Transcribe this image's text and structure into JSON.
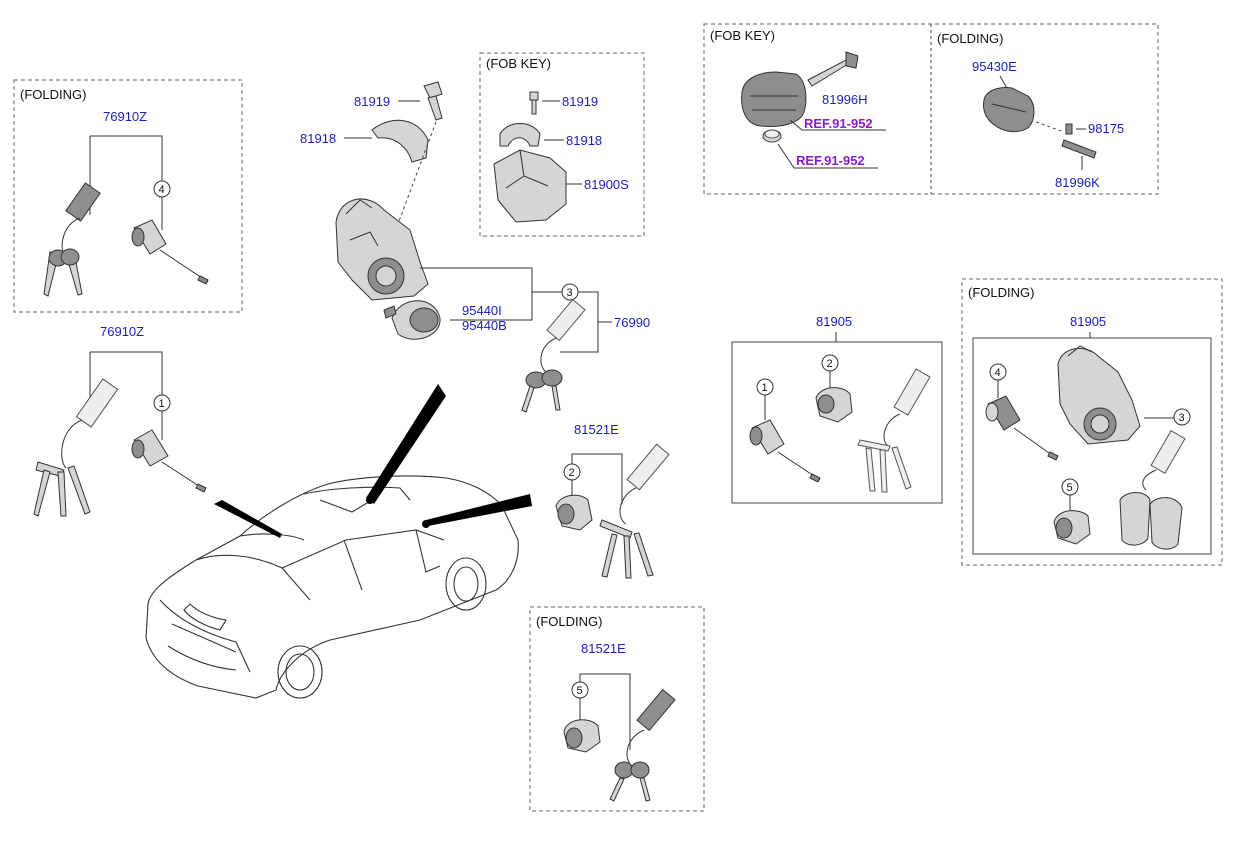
{
  "captions": {
    "folding": "(FOLDING)",
    "fob_key": "(FOB KEY)"
  },
  "parts": {
    "p76910Z": "76910Z",
    "p81919": "81919",
    "p81918": "81918",
    "p81900S": "81900S",
    "p95440I": "95440I",
    "p95440B": "95440B",
    "p76990": "76990",
    "p81521E": "81521E",
    "p81996H": "81996H",
    "p95430E": "95430E",
    "p98175": "98175",
    "p81996K": "81996K",
    "p81905": "81905"
  },
  "refs": {
    "ref91952": "REF.91-952"
  },
  "callouts": {
    "c1": "1",
    "c2": "2",
    "c3": "3",
    "c4": "4",
    "c5": "5"
  },
  "colors": {
    "part_number": "#1a1acc",
    "reference": "#8a1ad6",
    "line": "#333333"
  }
}
